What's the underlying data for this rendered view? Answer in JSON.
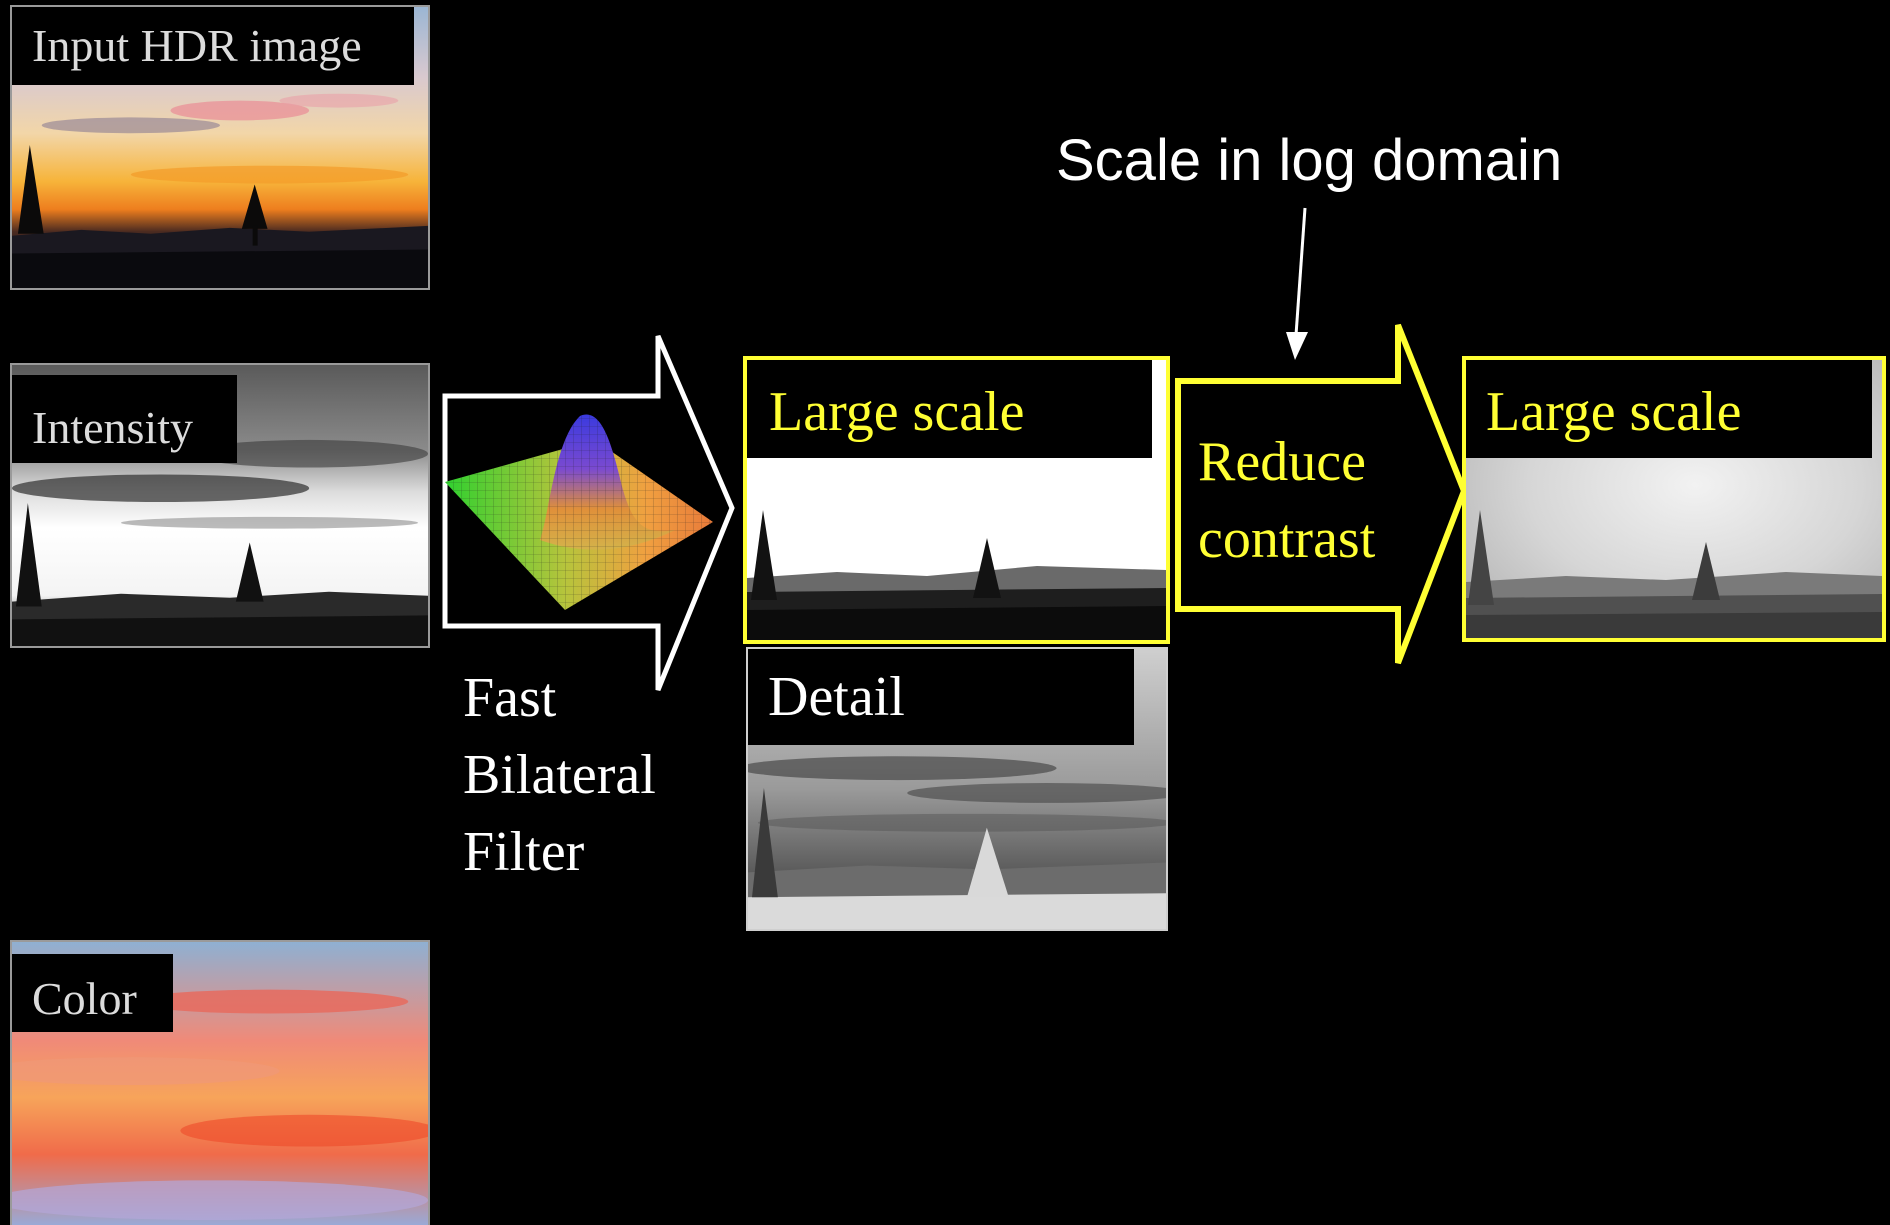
{
  "panels": {
    "input_hdr": {
      "label": "Input HDR image"
    },
    "intensity": {
      "label": "Intensity"
    },
    "color": {
      "label": "Color"
    },
    "large_scale": {
      "label": "Large scale"
    },
    "detail": {
      "label": "Detail"
    },
    "large_scale_output": {
      "label": "Large scale"
    }
  },
  "filter_label": {
    "line1": "Fast",
    "line2": "Bilateral",
    "line3": "Filter"
  },
  "reduce_label": {
    "line1": "Reduce",
    "line2": "contrast"
  },
  "annotation": {
    "text": "Scale in log domain"
  },
  "colors": {
    "accent": "#ffff33",
    "background": "#000000",
    "panel_border": "#9a9a9a"
  },
  "icons": {
    "gaussian_kernel": "gaussian-kernel-plot"
  }
}
